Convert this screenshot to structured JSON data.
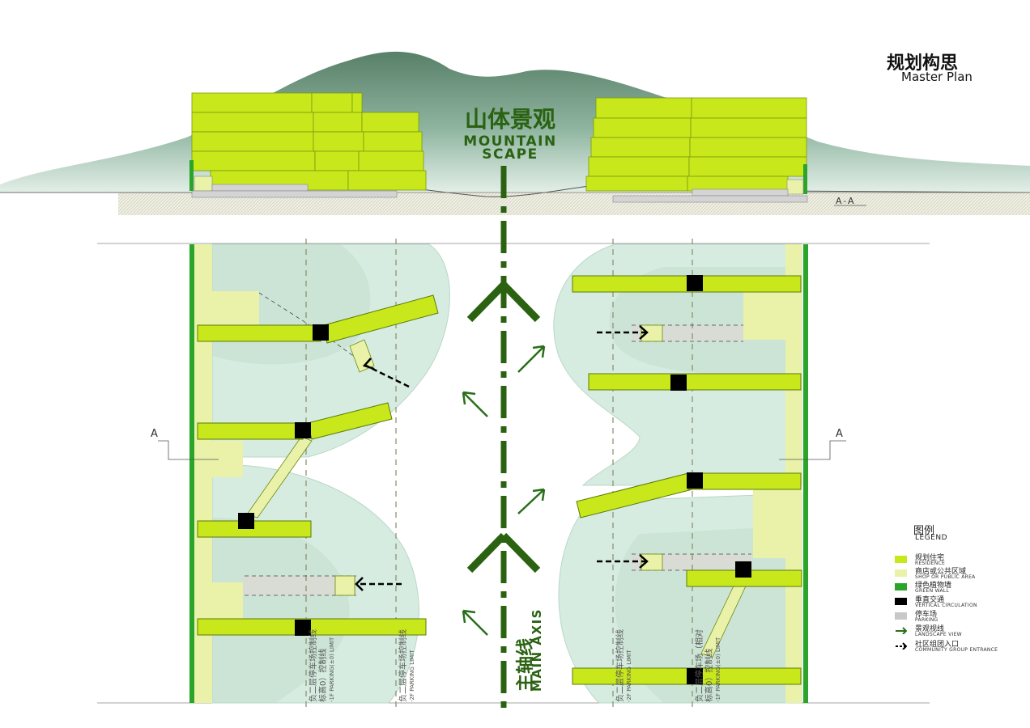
{
  "header": {
    "title_cn": "规划构思",
    "title_en": "Master Plan"
  },
  "section": {
    "mountain_cn": "山体景观",
    "mountain_en_1": "MOUNTAIN",
    "mountain_en_2": "SCAPE",
    "section_label": "A-A"
  },
  "plan": {
    "axis_cn": "主轴线",
    "axis_en": "MAIN AXIS",
    "section_marker_left": "A",
    "section_marker_right": "A",
    "limit_lines": {
      "left_1f_cn": "负二层停车场控制线",
      "left_1f_cn_b": "标高0）控制线",
      "left_1f_en": "-1F PARKING(±0) LIMIT",
      "left_2f_cn": "负二层停车场控制线",
      "left_2f_en": "-2F PARKING LIMIT",
      "right_2f_cn": "负二层停车场控制线",
      "right_2f_en": "-2F PARKING LIMIT",
      "right_1f_cn": "负二层停车场（相对",
      "right_1f_cn_b": "标高0）控制线",
      "right_1f_en": "-1F PARKING(±0) LIMIT"
    }
  },
  "legend": {
    "title_cn": "图例",
    "title_en": "LEGEND",
    "items": [
      {
        "cn": "规划住宅",
        "en": "RESIDENCE",
        "color": "#c8e81b",
        "kind": "swatch"
      },
      {
        "cn": "商店或公共区域",
        "en": "SHOP OR PUBLIC AREA",
        "color": "#e9f2a8",
        "kind": "swatch"
      },
      {
        "cn": "绿色植物墙",
        "en": "GREEN WALL",
        "color": "#2aa52a",
        "kind": "swatch"
      },
      {
        "cn": "垂直交通",
        "en": "VERTICAL CIRCULATION",
        "color": "#000000",
        "kind": "swatch"
      },
      {
        "cn": "停车场",
        "en": "PARKING",
        "color": "#c8c8c8",
        "kind": "swatch"
      },
      {
        "cn": "景观视线",
        "en": "LANDSCAPE VIEW",
        "color": "#2a6e1a",
        "kind": "arrow"
      },
      {
        "cn": "社区组团入口",
        "en": "COMMUNITY GROUP ENTRANCE",
        "color": "#000000",
        "kind": "dash-arrow"
      }
    ]
  },
  "colors": {
    "residence": "#c8e81b",
    "public_area": "#e9f2a8",
    "green_wall": "#2aa52a",
    "axis": "#2a6212",
    "mountain": "#5f8f74",
    "landscape": "#d6ece1"
  }
}
